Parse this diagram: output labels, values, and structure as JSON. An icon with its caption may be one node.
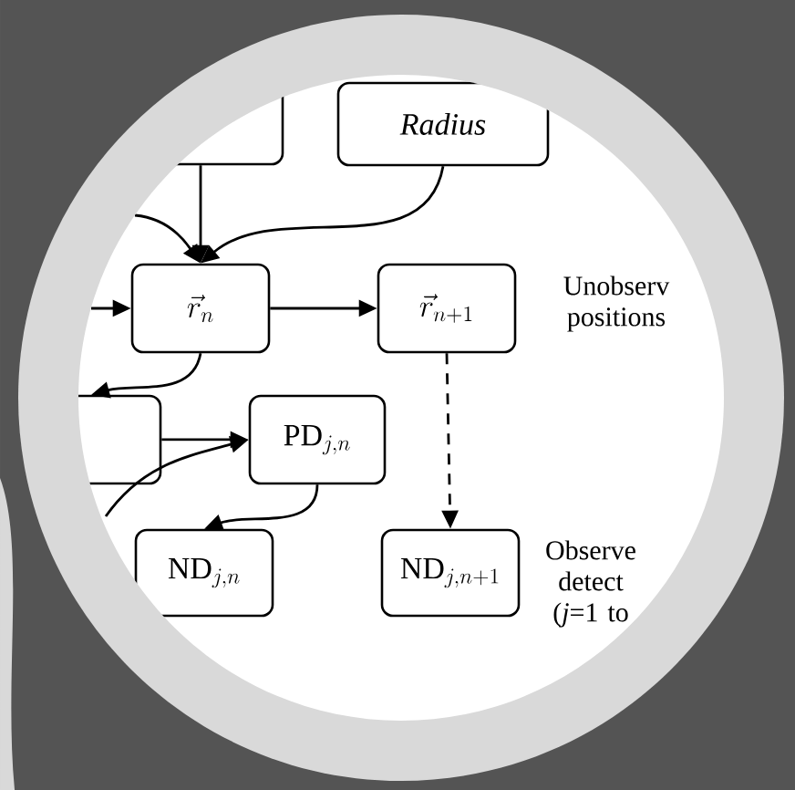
{
  "diagram": {
    "nodes": [
      {
        "text": [],
        "shape": "box"
      },
      {
        "text": [
          "Radius"
        ]
      },
      {
        "text": [
          "\\vec{r}_{n}"
        ]
      },
      {
        "text": [
          "\\vec{r}_{n+1}"
        ]
      },
      {
        "text": [],
        "shape": "box"
      },
      {
        "text": [
          "\\mathrm{PD}_{j,n}"
        ]
      },
      {
        "text": [
          "\\mathrm{ND}_{j,n}"
        ]
      },
      {
        "text": [
          "\\mathrm{ND}_{j,n+1}"
        ]
      }
    ],
    "edges": [
      {
        "from": 0,
        "to": 2,
        "arrow": "to"
      },
      {
        "from": 1,
        "to": 2,
        "arrow": "to"
      },
      {
        "from": null,
        "to": 2,
        "arrow": "to"
      },
      {
        "from": null,
        "to": 2,
        "arrow": "to"
      },
      {
        "from": 2,
        "to": 3,
        "arrow": "to"
      },
      {
        "from": 2,
        "to": 4,
        "arrow": "to"
      },
      {
        "from": 4,
        "to": 5,
        "arrow": "to"
      },
      {
        "from": null,
        "to": 5,
        "arrow": "to"
      },
      {
        "from": 5,
        "to": 6,
        "arrow": "to"
      },
      {
        "from": 3,
        "to": 7,
        "arrow": "to",
        "style": "dashed"
      }
    ],
    "labels": [
      "Unobserv positions",
      "Observe detect (*j*=1 to"
    ]
  }
}
